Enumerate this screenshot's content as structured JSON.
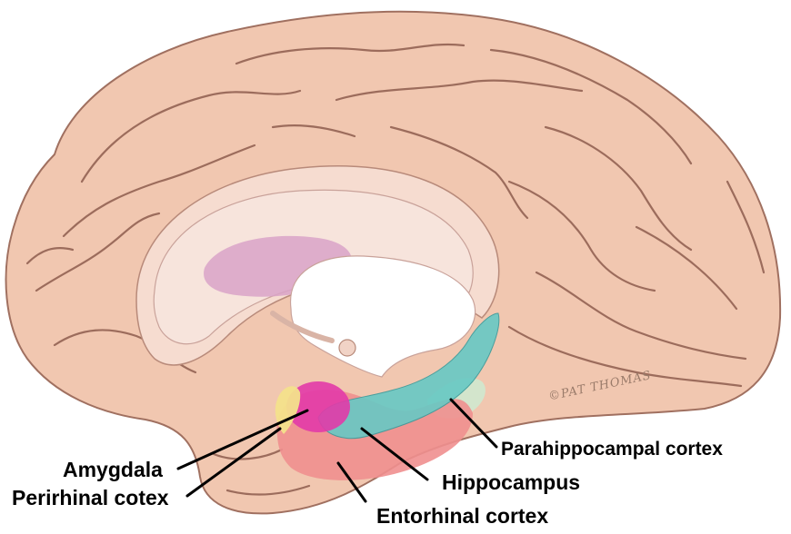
{
  "labels": {
    "amygdala": "Amygdala",
    "perirhinal": "Perirhinal cotex",
    "entorhinal": "Entorhinal cortex",
    "hippocampus": "Hippocampus",
    "parahippocampal": "Parahippocampal cortex"
  },
  "signature": "©PAT THOMAS",
  "colors": {
    "cortex": "#f1c7b0",
    "cortex_outline": "#a07060",
    "sulcus": "#9c6c5c",
    "inner": "#f6dcd0",
    "corpus_callosum": "#f7e4dc",
    "thalamus": "#d9a3c8",
    "amygdala": "#e23aa9",
    "perirhinal": "#f3e28b",
    "entorhinal": "#ef8f8f",
    "hippocampus": "#67c9c4",
    "parahippocampal": "#cfe8cf"
  }
}
